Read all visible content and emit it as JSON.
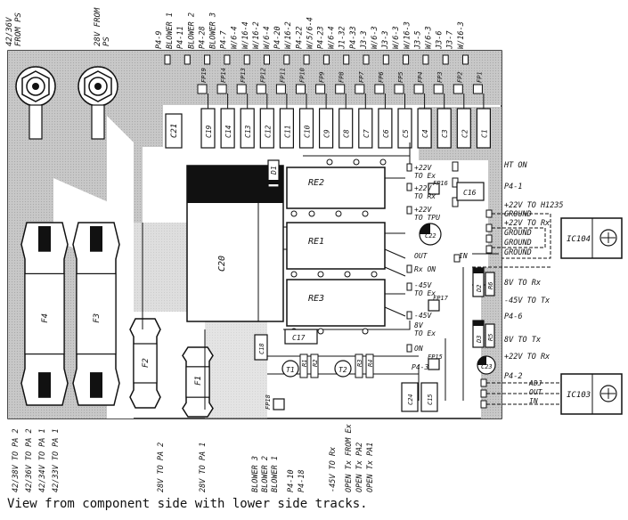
{
  "caption": "View from component side with lower side tracks.",
  "top_labels": {
    "power_left": [
      "42/36V",
      "FROM PS"
    ],
    "power_right": [
      "28V FROM",
      "PS"
    ],
    "pins": [
      "P4-9",
      "BLOWER 1",
      "P4-11",
      "BLOWER 2",
      "P4-28",
      "BLOWER 3",
      "P4-7",
      "W/6-4",
      "W/16-4",
      "W/16-2",
      "W/6-4",
      "P4-20",
      "W/16-2",
      "P4-22",
      "W/5/6-4",
      "P4-23",
      "W/6-4",
      "J1-32",
      "P4-33",
      "J3-3",
      "W/6-3",
      "J3-3",
      "W/6-3",
      "W/16-3",
      "J3-5",
      "W/6-3",
      "J3-6",
      "J3-7",
      "W/16-3"
    ]
  },
  "bottom_labels": [
    "42/38V TO PA 2",
    "42/36V TO PA 2",
    "42/34V TO PA 1",
    "42/33V TO PA 1",
    "28V TO PA 2",
    "28V TO PA 1",
    "BLOWER 3",
    "BLOWER 2",
    "BLOWER 1",
    "P4-10",
    "P4-18",
    "-45V TO Rx",
    "OPEN Tx FROM Ex",
    "OPEN Tx PA2",
    "OPEN Tx PA1"
  ],
  "right_labels": {
    "ht_on": "HT ON",
    "p4_1": "P4-1",
    "v22_h1235": "+22V TO H1235",
    "ground1": "GROUND",
    "v22_rx": "+22V TO Rx",
    "ground2": "GROUND",
    "ground3": "GROUND",
    "ground4": "GROUND",
    "v8_rx": "8V TO Rx",
    "v45_tx": "-45V TO Tx",
    "p4_6": "P4-6",
    "v8_tx": "8V TO Tx",
    "v22_rx2": "+22V TO Rx",
    "p4_2": "P4-2",
    "adj": "ADJ",
    "out": "OUT",
    "in": "IN"
  },
  "board_labels": {
    "v22_ex": [
      "+22V",
      "TO Ex"
    ],
    "v22_rx": [
      "+22V",
      "TO Rx"
    ],
    "v22_tpu": [
      "+22V",
      "TO TPU"
    ],
    "out": "OUT",
    "rx_on": "Rx ON",
    "v45_ex": [
      "-45V",
      "TO Ex"
    ],
    "v8_ex": [
      "8V",
      "TO Ex"
    ],
    "v45": "-45V",
    "on": "ON",
    "in": "IN",
    "p4_3": "P4-3"
  },
  "components": {
    "relays": [
      "RE2",
      "RE1",
      "RE3"
    ],
    "fuses": [
      "F4",
      "F3",
      "F2",
      "F1"
    ],
    "ics": [
      "IC104",
      "IC103"
    ],
    "caps_top": [
      "C19",
      "C14",
      "C13",
      "C12",
      "C11",
      "C10",
      "C9",
      "C8",
      "C7",
      "C6",
      "C5",
      "C4",
      "C3",
      "C2",
      "C1"
    ],
    "fps_top": [
      "FP19",
      "FP14",
      "FP13",
      "FP12",
      "FP11",
      "FP10",
      "FP9",
      "FP8",
      "FP7",
      "FP6",
      "FP5",
      "FP4",
      "FP3",
      "FP2",
      "FP1"
    ],
    "c21": "C21",
    "c20": "C20",
    "d1": "D1",
    "c16": "C16",
    "fp16": "FP16",
    "c22": "C22",
    "fp17": "FP17",
    "d2": "D2",
    "r6": "R6",
    "d3": "D3",
    "r5": "R5",
    "c17": "C17",
    "c18": "C18",
    "t1": "T1",
    "t2": "T2",
    "r1": "R1",
    "r2": "R2",
    "r3": "R3",
    "r4": "R4",
    "fp15": "FP15",
    "c23": "C23",
    "fp18": "FP18",
    "c24": "C24",
    "c15": "C15"
  }
}
